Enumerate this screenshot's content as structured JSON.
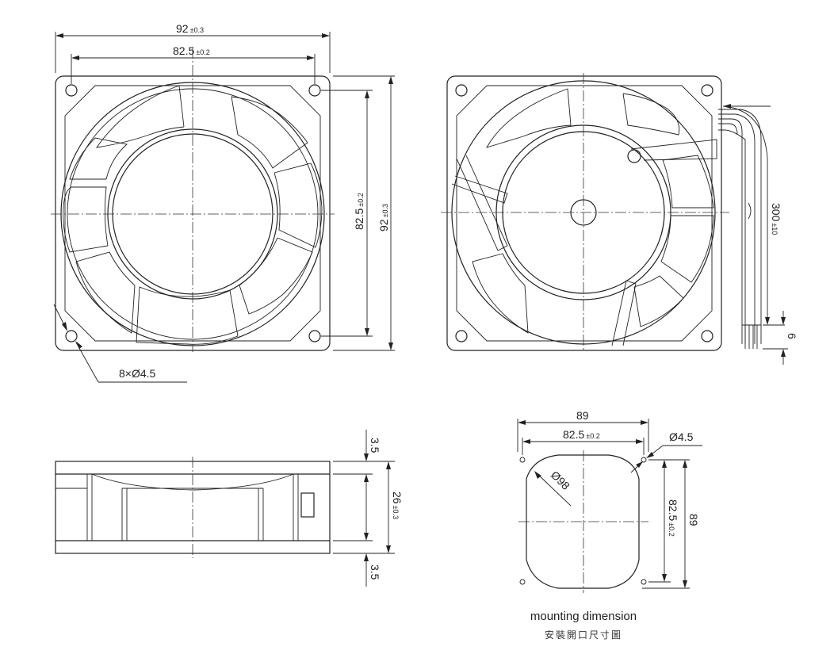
{
  "front_view": {
    "overall_width": "92",
    "overall_width_tol": "±0.3",
    "hole_pitch": "82.5",
    "hole_pitch_tol": "±0.2",
    "hole_pitch_v": "82.5",
    "hole_pitch_v_tol": "±0.2",
    "overall_height": "92",
    "overall_height_tol": "±0.3",
    "holes_callout": "8×Ø4.5"
  },
  "rear_view": {
    "lead_length": "300",
    "lead_length_tol": "±10",
    "lead_strip": "6"
  },
  "side_view": {
    "top_flange": "3.5",
    "thickness": "26",
    "thickness_tol": "±0.3",
    "bottom_flange": "3.5"
  },
  "mounting": {
    "cutout_width": "89",
    "hole_pitch_h": "82.5",
    "hole_pitch_h_tol": "±0.2",
    "hole_dia": "Ø4.5",
    "opening_dia": "Ø98",
    "hole_pitch_v": "82.5",
    "hole_pitch_v_tol": "±0.2",
    "cutout_height": "89",
    "caption_en": "mounting dimension",
    "caption_zh": "安裝開口尺寸圖"
  }
}
